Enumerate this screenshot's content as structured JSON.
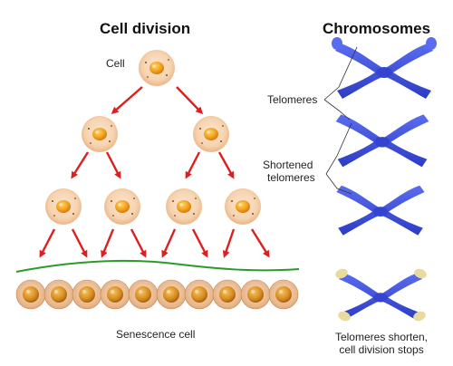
{
  "titles": {
    "cell_division": "Cell division",
    "chromosomes": "Chromosomes"
  },
  "labels": {
    "cell": "Cell",
    "telomeres": "Telomeres",
    "shortened_line1": "Shortened",
    "shortened_line2": "telomeres",
    "senescence": "Senescence cell",
    "stop_line1": "Telomeres shorten,",
    "stop_line2": "cell division stops"
  },
  "colors": {
    "arrow": "#dd1f1f",
    "chromosome": "#3c50d8",
    "telomere_cap": "#e8dba0",
    "cell_body": "#f6d3b0",
    "nucleus": "#f3a41f",
    "senescence_line": "#2a9a2a"
  }
}
